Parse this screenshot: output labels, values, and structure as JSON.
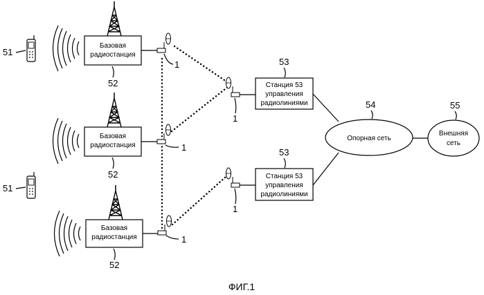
{
  "base_station_label_line1": "Базовая",
  "base_station_label_line2": "радиостанция",
  "control_station_line1": "Станция 53",
  "control_station_line2": "управления",
  "control_station_line3": "радиолиниями",
  "core_network_label": "Опорная сеть",
  "external_network_line1": "Внешняя",
  "external_network_line2": "сеть",
  "ref_mobile": "51",
  "ref_base_station": "52",
  "ref_control_station": "53",
  "ref_core": "54",
  "ref_external": "55",
  "ref_wireless_device": "1",
  "figure_caption": "ФИГ.1"
}
